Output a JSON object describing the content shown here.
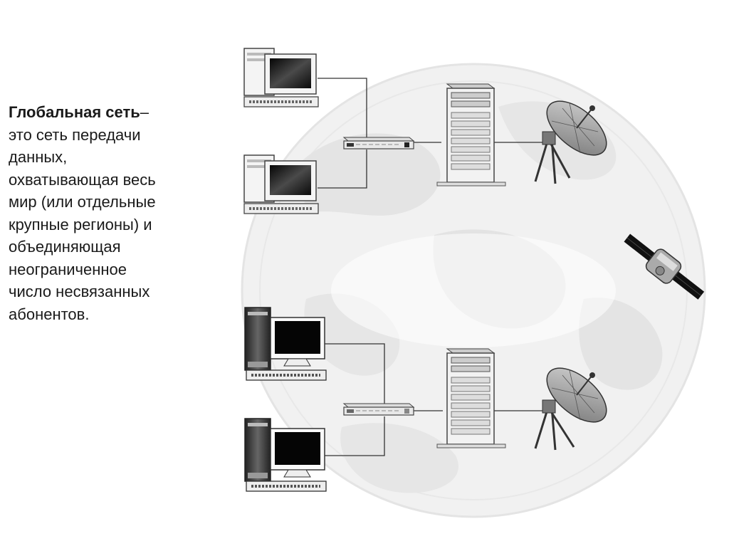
{
  "definition": {
    "term": "Глобальная сеть",
    "dash": "–",
    "lines": [
      "это сеть передачи",
      "данных,",
      "охватывающая весь",
      "мир (или отдельные",
      "крупные регионы) и",
      "объединяющая",
      "неограниченное",
      "число несвязанных",
      "абонентов."
    ]
  },
  "diagram": {
    "networks": [
      {
        "name": "upper-network",
        "computers": 2,
        "style": "light"
      },
      {
        "name": "lower-network",
        "computers": 2,
        "style": "dark"
      }
    ],
    "icons": [
      "computer-icon",
      "hub-icon",
      "server-icon",
      "satellite-dish-icon",
      "satellite-icon",
      "globe-icon"
    ],
    "colors": {
      "line": "#333333",
      "globe": "#ececec",
      "device": "#c9c9c9",
      "screen": "#111111"
    }
  }
}
